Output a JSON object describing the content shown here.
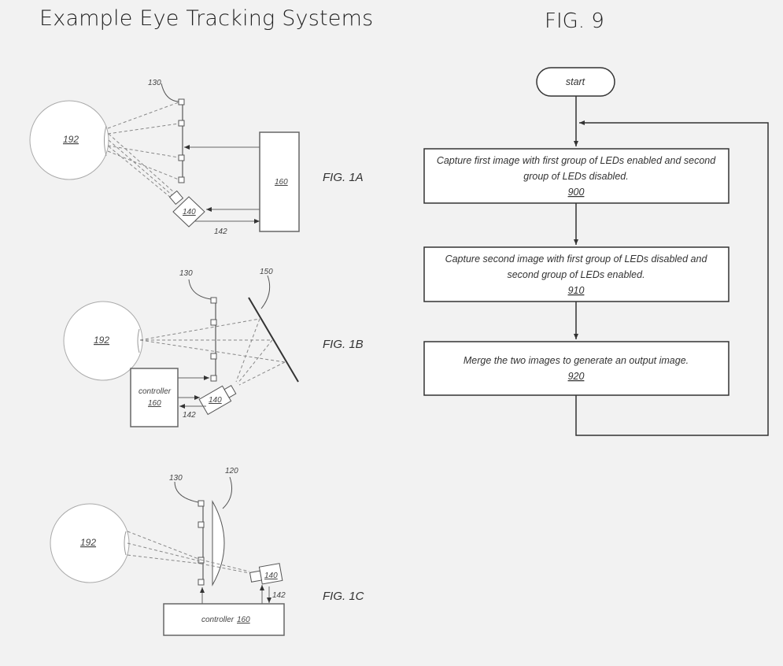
{
  "header": {
    "title": "Example Eye Tracking Systems",
    "fig9_title": "FIG. 9"
  },
  "fig1a": {
    "label": "FIG. 1A",
    "eye": "192",
    "leds": "130",
    "camera": "140",
    "controller": "160",
    "signal": "142"
  },
  "fig1b": {
    "label": "FIG. 1B",
    "eye": "192",
    "leds": "130",
    "mirror": "150",
    "camera": "140",
    "controller_word": "controller",
    "controller": "160",
    "signal": "142"
  },
  "fig1c": {
    "label": "FIG. 1C",
    "eye": "192",
    "leds": "130",
    "lens": "120",
    "camera": "140",
    "controller_word": "controller",
    "controller": "160",
    "signal": "142"
  },
  "fig9": {
    "start": "start",
    "steps": [
      {
        "line1": "Capture first image with first group of LEDs enabled and second",
        "line2": "group of LEDs disabled.",
        "ref": "900"
      },
      {
        "line1": "Capture second image with first group of LEDs disabled and",
        "line2": "second group of LEDs enabled.",
        "ref": "910"
      },
      {
        "line1": "Merge the two images to generate an output image.",
        "line2": "",
        "ref": "920"
      }
    ]
  }
}
